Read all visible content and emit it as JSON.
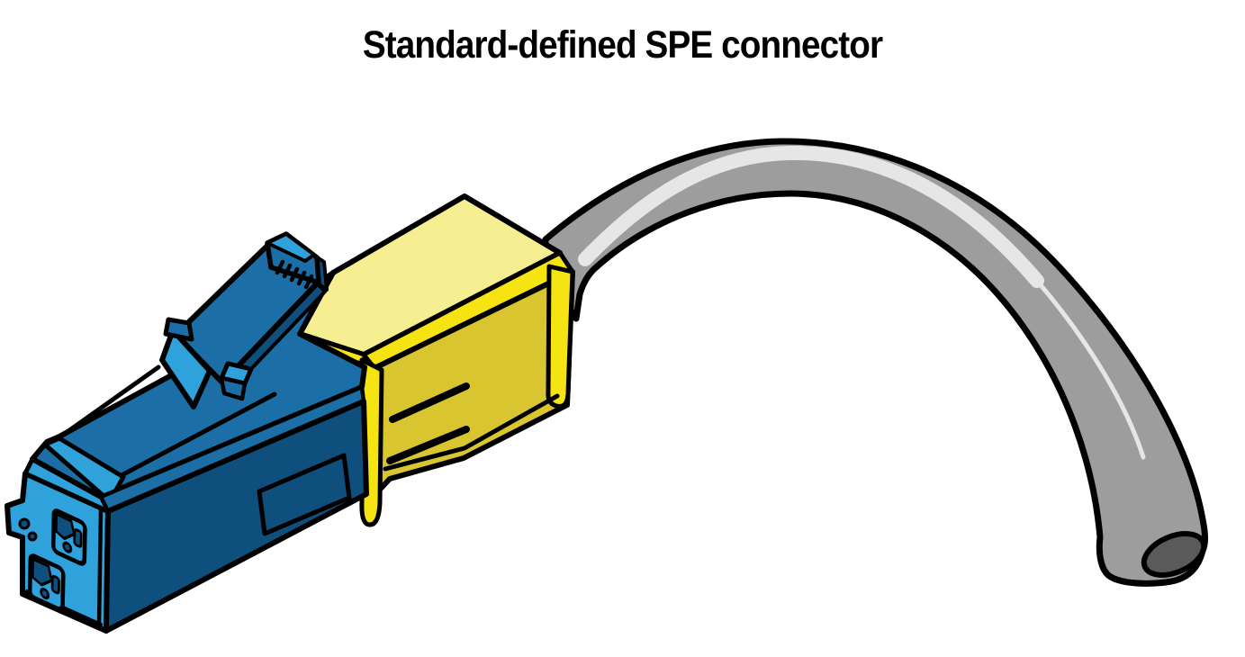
{
  "title": "Standard-defined SPE connector",
  "figure": {
    "name": "spe-connector-illustration",
    "parts": {
      "cable": "gray-cable",
      "boot": "yellow-strain-relief-boot",
      "plug": "blue-spe-plug-body",
      "latch": "blue-locking-latch"
    }
  },
  "colors": {
    "blue_light": "#2FA2DC",
    "blue_mid": "#1B6FA6",
    "blue_dark": "#0F4F7E",
    "yellow_pale": "#F6EF92",
    "yellow_bright": "#F6E312",
    "yellow_dark": "#D9C52F",
    "cable_gray": "#9D9D9D",
    "cable_highlight": "#E6E6E6",
    "cable_end": "#5A5A5A",
    "outline": "#000000",
    "background": "#FFFFFF"
  }
}
